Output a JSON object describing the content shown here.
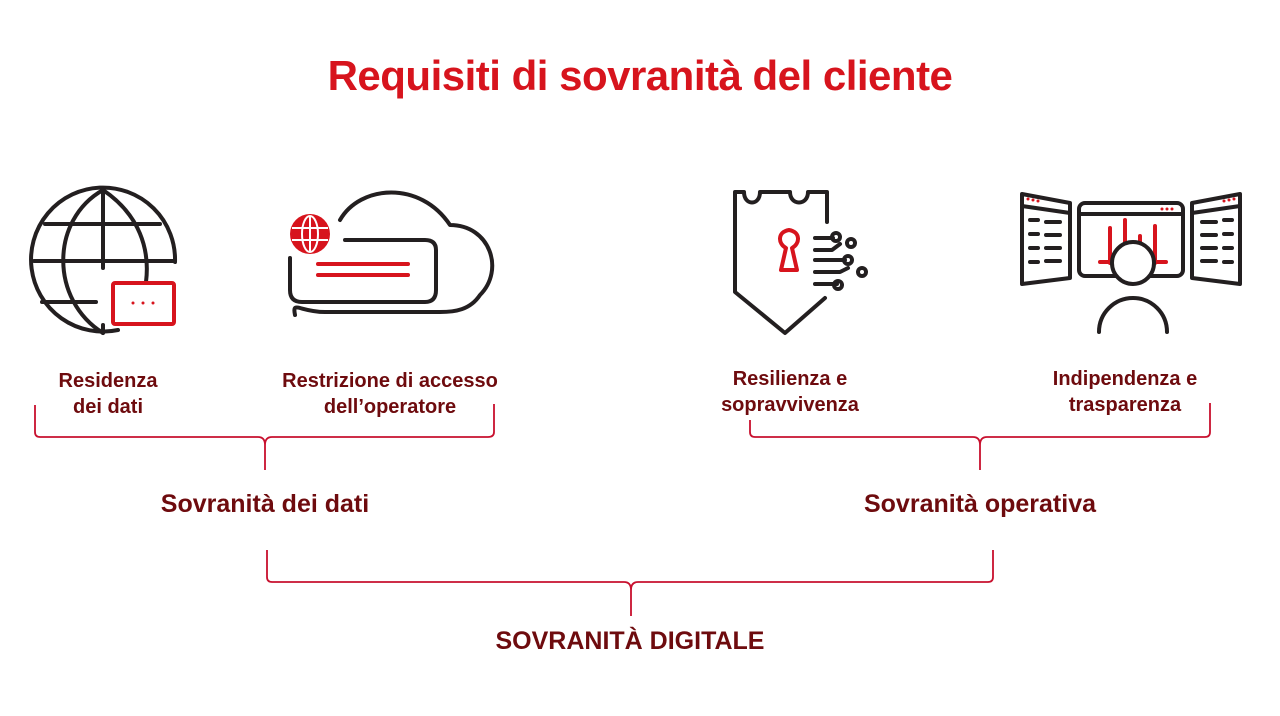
{
  "title": "Requisiti di sovranità del cliente",
  "requirements": [
    {
      "line1": "Residenza",
      "line2": "dei dati",
      "icon": "globe-icon"
    },
    {
      "line1": "Restrizione di accesso",
      "line2": "dell’operatore",
      "icon": "cloud-access-icon"
    },
    {
      "line1": "Resilienza e",
      "line2": "sopravvivenza",
      "icon": "shield-lock-icon"
    },
    {
      "line1": "Indipendenza e",
      "line2": "trasparenza",
      "icon": "monitoring-user-icon"
    }
  ],
  "groups": {
    "data": "Sovranità dei dati",
    "operational": "Sovranità operativa"
  },
  "overall": "SOVRANITÀ DIGITALE",
  "colors": {
    "title": "#d7141d",
    "label": "#6e0b0e",
    "bracket": "#c8102e",
    "icon": "#231f20"
  }
}
